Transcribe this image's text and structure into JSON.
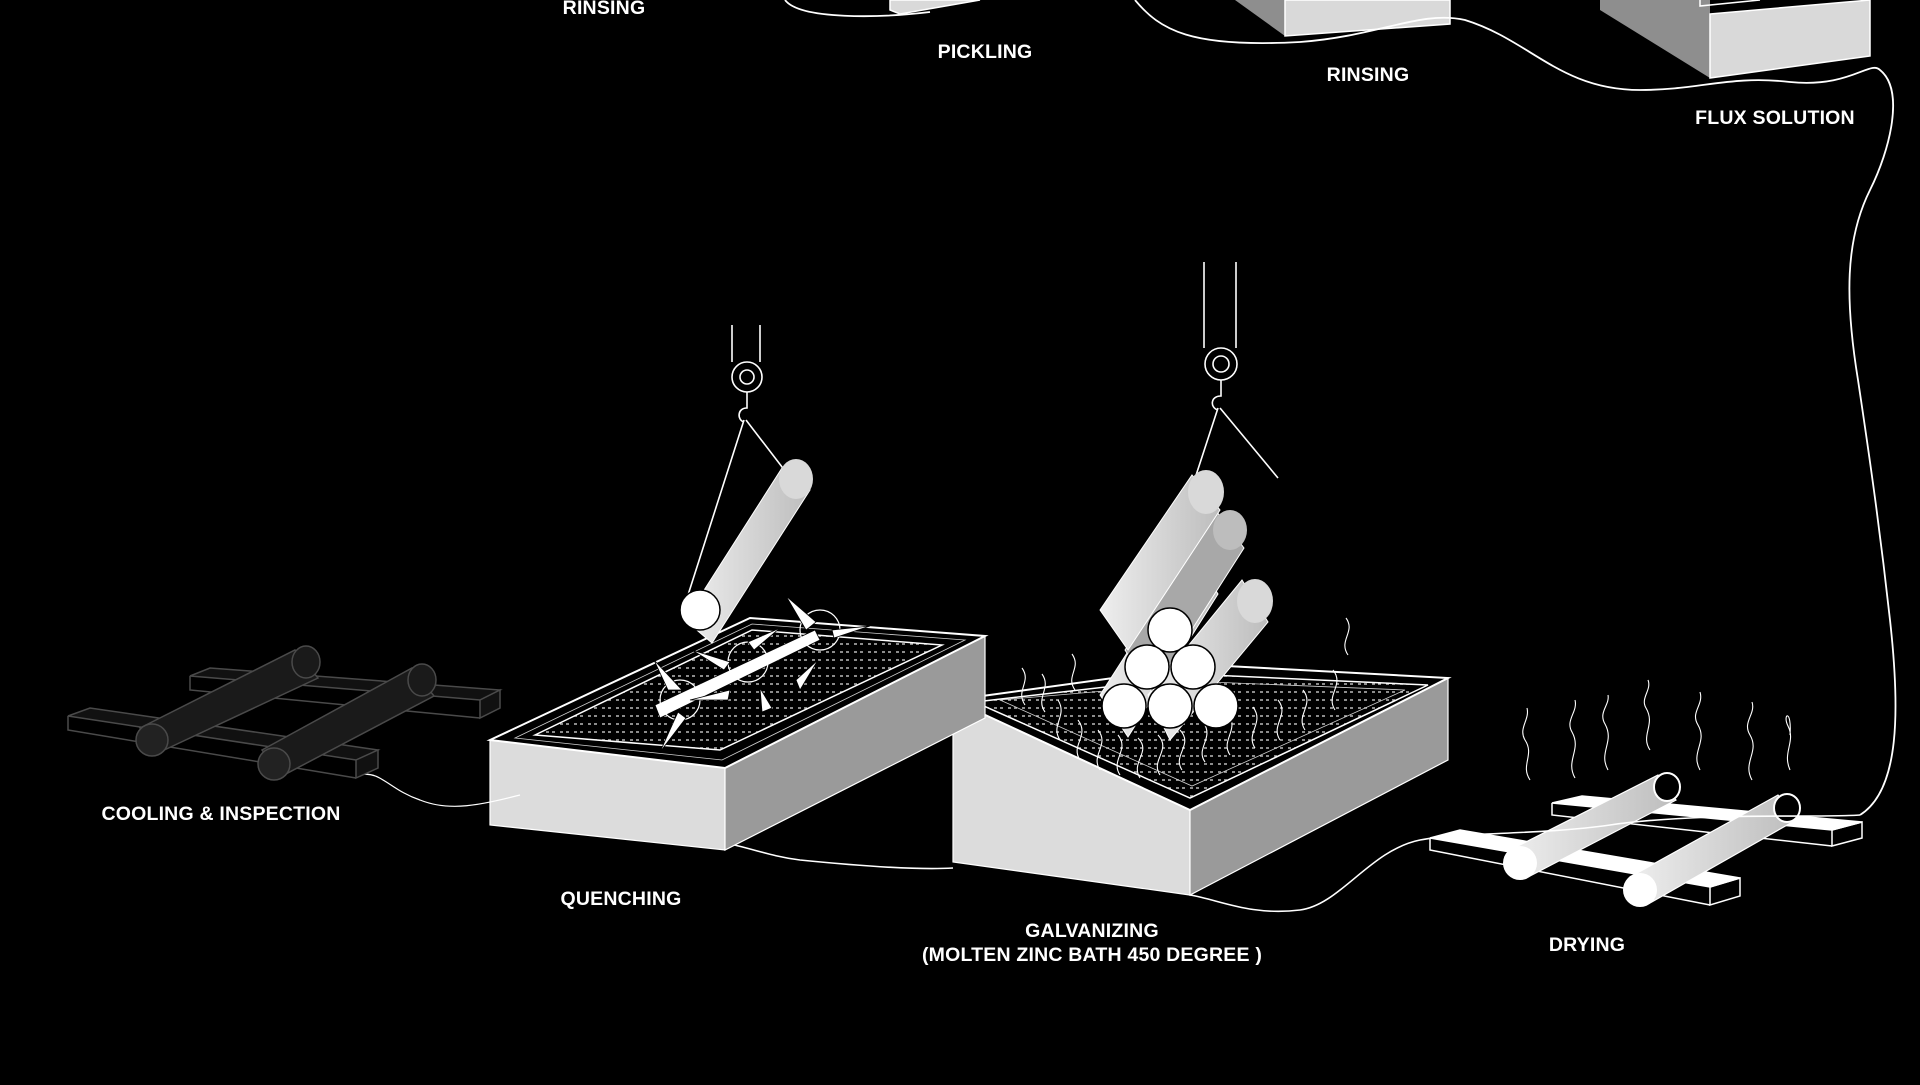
{
  "colors": {
    "background": "#000000",
    "line": "#ffffff",
    "box_front": "#d9d9d9",
    "box_side": "#9a9a9a",
    "pipe_light": "#d6d6d6",
    "pipe_dark": "#1a1a1a"
  },
  "labels": {
    "rinsing_1": "RINSING",
    "pickling": "PICKLING",
    "rinsing_2": "RINSING",
    "flux_solution": "FLUX SOLUTION",
    "cooling_inspection": "COOLING & INSPECTION",
    "quenching": "QUENCHING",
    "galvanizing_line1": "GALVANIZING",
    "galvanizing_line2": "(MOLTEN ZINC BATH 450 DEGREE )",
    "drying": "DRYING"
  }
}
